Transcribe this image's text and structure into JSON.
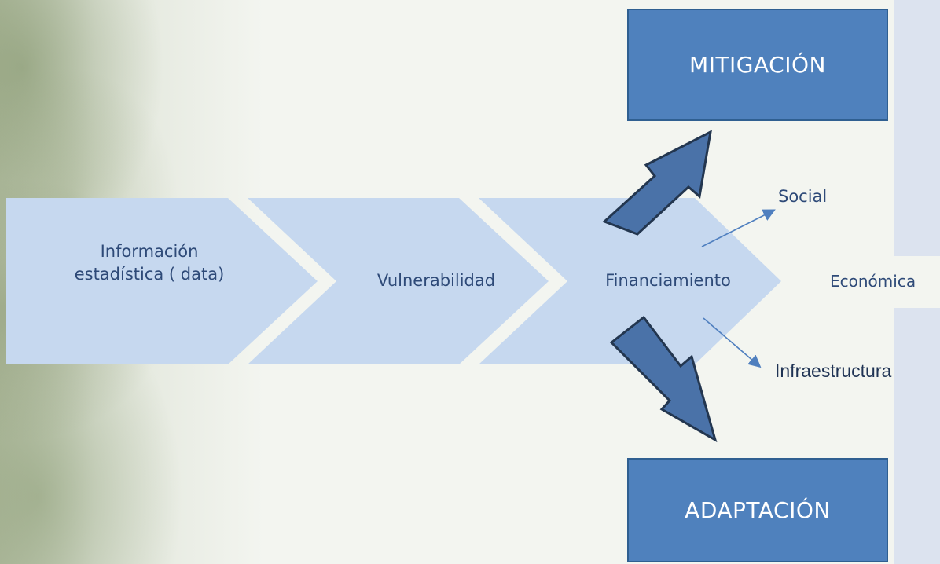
{
  "process": {
    "steps": [
      {
        "label": "Información\nestadística ( data)"
      },
      {
        "label": "Vulnerabilidad"
      },
      {
        "label": "Financiamiento"
      }
    ]
  },
  "outcomes": {
    "top": "MITIGACIÓN",
    "bottom": "ADAPTACIÓN"
  },
  "dimensions": {
    "social": "Social",
    "economica": "Económica",
    "infraestructura": "Infraestructura"
  },
  "colors": {
    "chevron_fill": "#c6d8ef",
    "box_fill": "#4f81bd",
    "box_border": "#2f5f91",
    "arrow_fill": "#4a72a8",
    "arrow_stroke": "#23364f",
    "text": "#2e4a78"
  }
}
